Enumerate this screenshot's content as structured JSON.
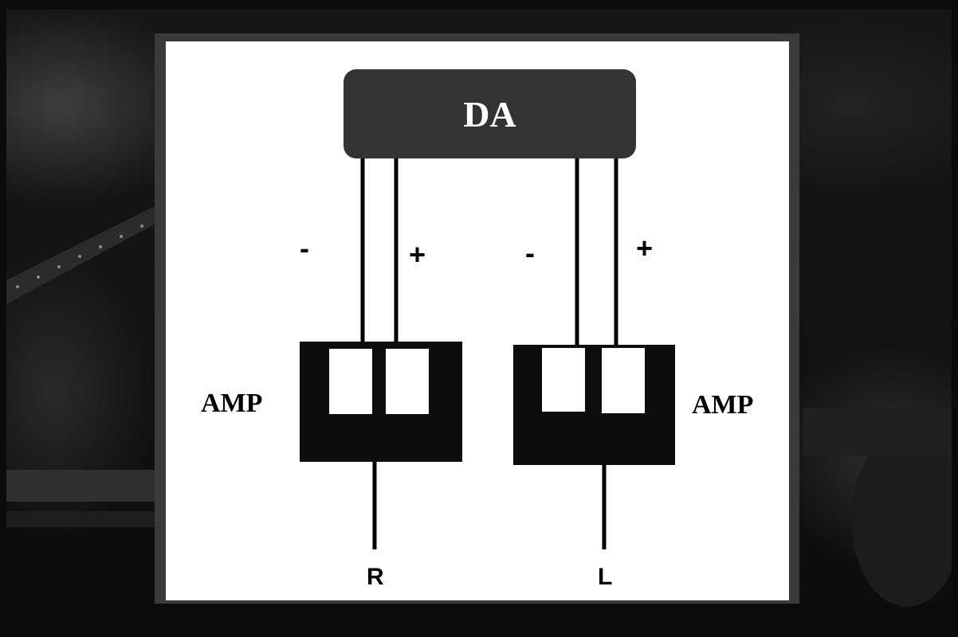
{
  "diagram": {
    "da_label": "DA",
    "amp_left_label": "AMP",
    "amp_right_label": "AMP",
    "channel_right": "R",
    "channel_left": "L",
    "sign_minus": "-",
    "sign_plus": "+"
  },
  "colors": {
    "panel": "#ffffff",
    "da_box": "#333333",
    "amp_box": "#0d0d0d",
    "wire": "#000000",
    "background": "#121212"
  }
}
